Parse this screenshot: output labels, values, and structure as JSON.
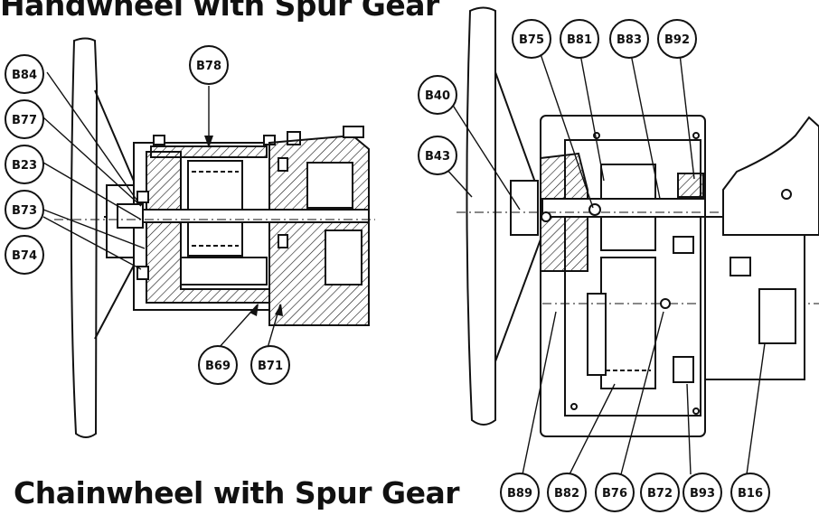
{
  "titles": {
    "top": "Handwheel with Spur Gear",
    "bottom": "Chainwheel with Spur Gear"
  },
  "colors": {
    "ink": "#111111",
    "paper": "#ffffff"
  },
  "left_callouts": [
    "B84",
    "B78",
    "B77",
    "B23",
    "B73",
    "B74",
    "B69",
    "B71"
  ],
  "right_callouts": [
    "B75",
    "B81",
    "B83",
    "B92",
    "B40",
    "B43",
    "B89",
    "B82",
    "B76",
    "B72",
    "B93",
    "B16"
  ]
}
